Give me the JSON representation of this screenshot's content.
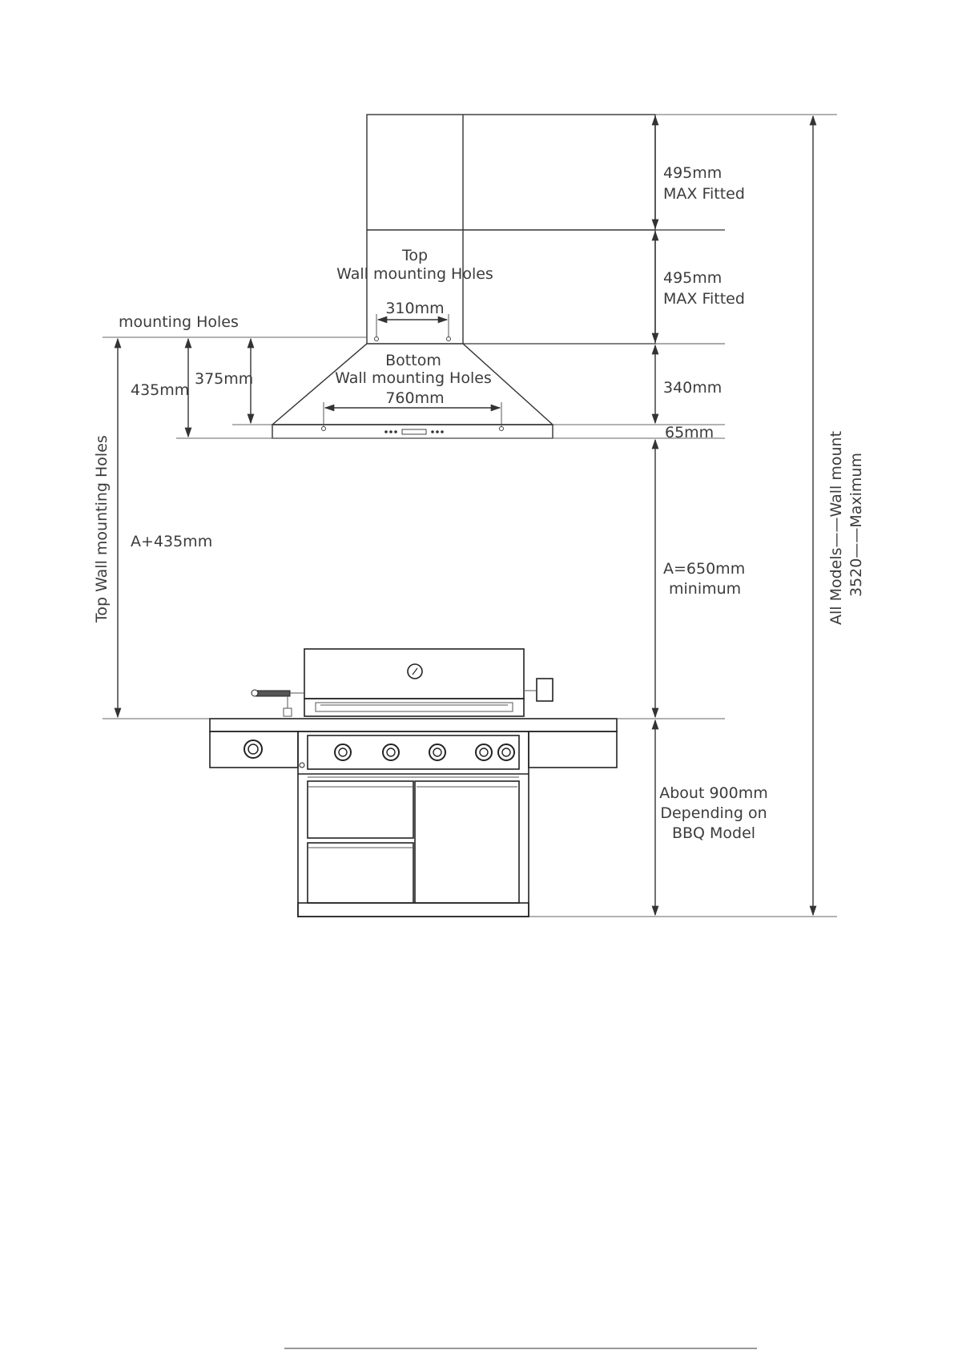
{
  "labels": {
    "max_fitted_upper_value": "495mm",
    "max_fitted_upper_text": "MAX Fitted",
    "max_fitted_lower_value": "495mm",
    "max_fitted_lower_text": "MAX Fitted",
    "top_holes_line1": "Top",
    "top_holes_line2": "Wall mounting Holes",
    "top_holes_spacing": "310mm",
    "mounting_holes_left": "mounting Holes",
    "bottom_holes_line1": "Bottom",
    "bottom_holes_line2": "Wall mounting Holes",
    "bottom_holes_spacing": "760mm",
    "dim_435": "435mm",
    "dim_375": "375mm",
    "dim_340": "340mm",
    "dim_65": "65mm",
    "top_wall_holes_vertical": "Top Wall mounting Holes",
    "a_plus_435": "A+435mm",
    "a_650_line1": "A=650mm",
    "a_650_line2": "minimum",
    "bbq_line1": "About 900mm",
    "bbq_line2": "Depending on",
    "bbq_line3": "BBQ Model",
    "all_models_line1": "All Models——Wall mount",
    "all_models_line2": "3520——Maximum"
  }
}
